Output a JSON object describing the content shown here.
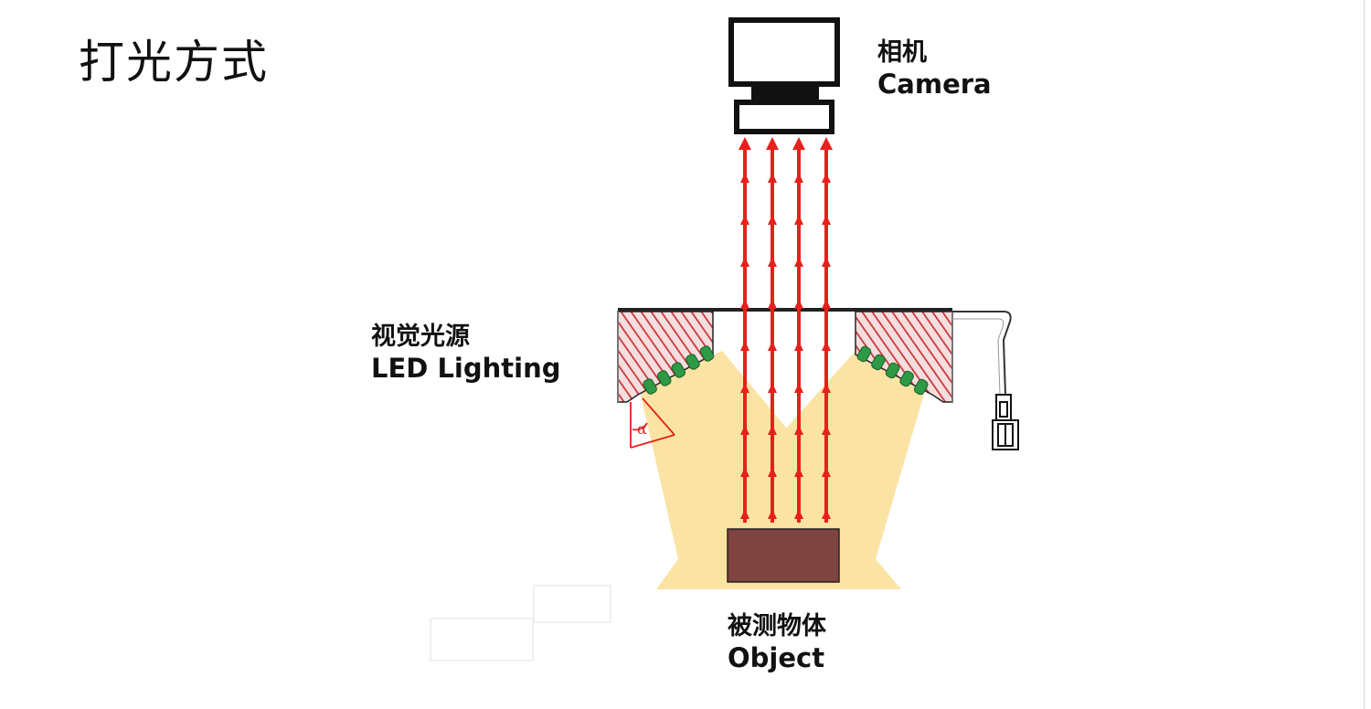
{
  "page": {
    "title": "打光方式"
  },
  "labels": {
    "camera": {
      "zh": "相机",
      "en": "Camera"
    },
    "light_source": {
      "zh": "视觉光源",
      "en": "LED Lighting"
    },
    "object": {
      "zh": "被测物体",
      "en": "Object"
    },
    "angle_symbol": "α"
  },
  "colors": {
    "ray": "#e8201b",
    "light_beam": "#fbe3a4",
    "object": "#7f4340",
    "led": "#2e9a45",
    "housing_hatch": "#c8363a",
    "housing_fill": "#f6dede",
    "outline": "#111111",
    "angle_mark": "#e8201b"
  },
  "icons": [
    "camera-icon",
    "connector-plug-icon",
    "led-icon"
  ]
}
